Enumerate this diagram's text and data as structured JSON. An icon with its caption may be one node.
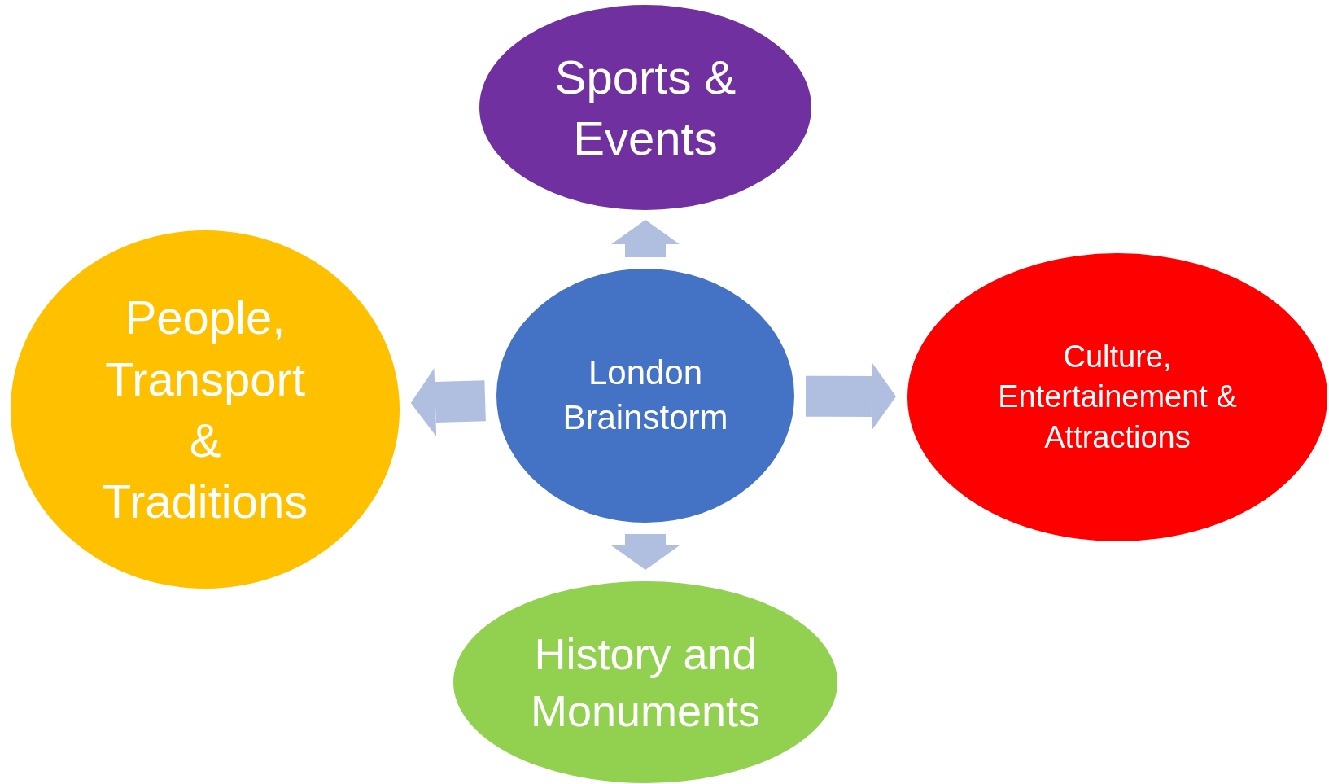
{
  "diagram": {
    "nodes": [
      {
        "text": [
          "London Brainstorm"
        ]
      },
      {
        "text": [
          "Sports & Events"
        ]
      },
      {
        "text": [
          "Culture, Entertainement & Attractions"
        ]
      },
      {
        "text": [
          "History and Monuments"
        ]
      },
      {
        "text": [
          "People, Transport & Traditions"
        ]
      }
    ],
    "edges": [
      {
        "from": 0,
        "to": 1,
        "arrow": "to"
      },
      {
        "from": 0,
        "to": 2,
        "arrow": "to"
      },
      {
        "from": 0,
        "to": 3,
        "arrow": "to"
      },
      {
        "from": 0,
        "to": 4,
        "arrow": "to"
      }
    ]
  }
}
